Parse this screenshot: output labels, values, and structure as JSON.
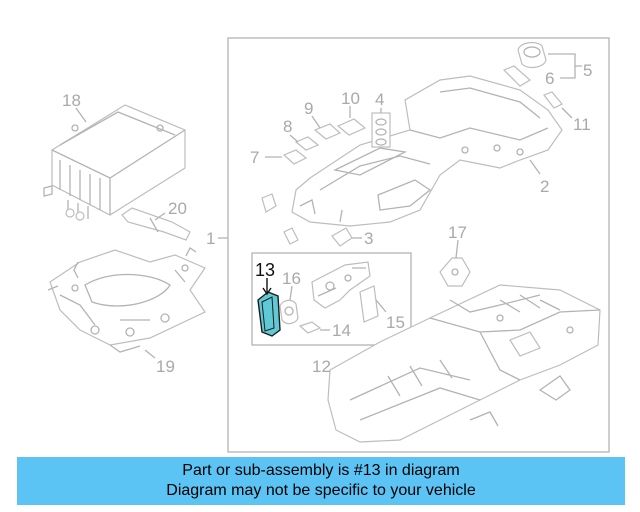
{
  "highlight_color": "#5bc4f5",
  "part_color": "#5fc9d6",
  "highlighted_part": "13",
  "labels": {
    "p1": "1",
    "p2": "2",
    "p3": "3",
    "p4": "4",
    "p5": "5",
    "p6": "6",
    "p7": "7",
    "p8": "8",
    "p9": "9",
    "p10": "10",
    "p11": "11",
    "p12": "12",
    "p13": "13",
    "p14": "14",
    "p15": "15",
    "p16": "16",
    "p17": "17",
    "p18": "18",
    "p19": "19",
    "p20": "20"
  },
  "caption": {
    "line1": "Part or sub-assembly is #13 in diagram",
    "line2": "Diagram may not be specific to your vehicle"
  }
}
